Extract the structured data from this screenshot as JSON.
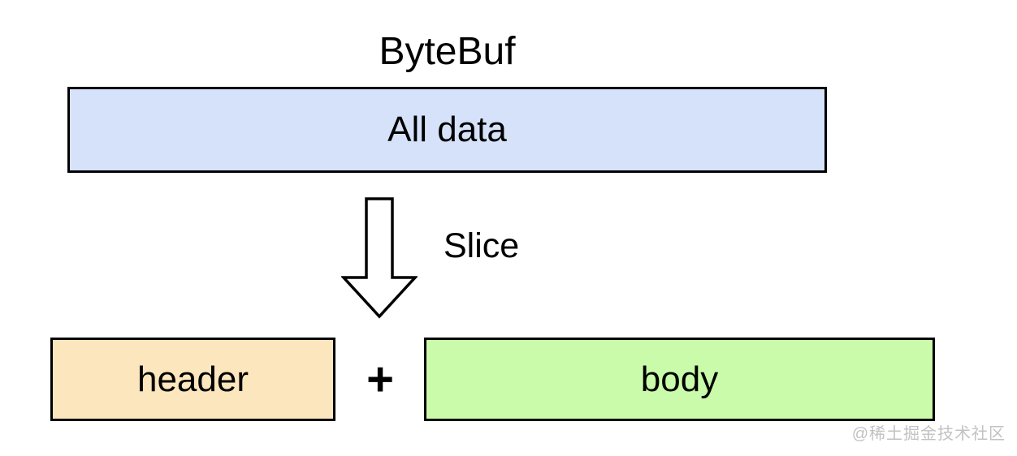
{
  "diagram": {
    "title": "ByteBuf",
    "source_box": {
      "label": "All data",
      "fill": "#d6e2fa"
    },
    "operation": {
      "label": "Slice",
      "icon": "down-arrow"
    },
    "plus": "+",
    "result_boxes": [
      {
        "label": "header",
        "fill": "#fbe6bd"
      },
      {
        "label": "body",
        "fill": "#c9fbaa"
      }
    ],
    "watermark": "@稀土掘金技术社区",
    "colors": {
      "background": "#ffffff",
      "border": "#000000",
      "text": "#000000",
      "arrow_fill": "#ffffff",
      "watermark_text": "#c2c2c2"
    }
  }
}
